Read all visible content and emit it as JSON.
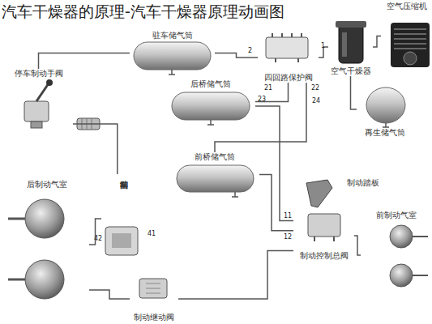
{
  "diagram": {
    "title": "汽车干燥器的原理-汽车干燥器原理动画图",
    "nodes": [
      {
        "text": [
          "驻车储气筒"
        ]
      },
      {
        "text": [
          "四回路保护阀"
        ]
      },
      {
        "text": [
          "空气干燥器"
        ]
      },
      {
        "text": [
          "空气压缩机"
        ]
      },
      {
        "text": [
          "后桥储气筒"
        ]
      },
      {
        "text": [
          "再生储气筒"
        ]
      },
      {
        "text": [
          "停车制动手阀"
        ]
      },
      {
        "text": [
          "前桥储气筒"
        ]
      },
      {
        "text": [
          "挂车制动阀"
        ]
      },
      {
        "text": [
          "后制动气室"
        ]
      },
      {
        "text": [
          "制动踏板"
        ]
      },
      {
        "text": [
          "制动控制总阀"
        ]
      },
      {
        "text": [
          "前制动气室"
        ]
      },
      {
        "text": [
          "制动继动阀"
        ]
      }
    ],
    "edges": [
      {
        "from": 3,
        "to": 2,
        "arrow": "none"
      },
      {
        "from": 2,
        "to": 1,
        "arrow": "none"
      },
      {
        "from": 1,
        "to": 0,
        "arrow": "none"
      },
      {
        "from": 1,
        "to": 4,
        "arrow": "none"
      },
      {
        "from": 2,
        "to": 5,
        "arrow": "none"
      },
      {
        "from": 1,
        "to": 7,
        "arrow": "none"
      },
      {
        "from": 0,
        "to": 6,
        "arrow": "none"
      },
      {
        "from": 6,
        "to": 8,
        "arrow": "none"
      },
      {
        "from": 8,
        "to": 9,
        "arrow": "none"
      },
      {
        "from": 4,
        "to": 11,
        "arrow": "none"
      },
      {
        "from": 7,
        "to": 11,
        "arrow": "none"
      },
      {
        "from": 11,
        "to": 12,
        "arrow": "none"
      },
      {
        "from": 11,
        "to": 13,
        "arrow": "none"
      },
      {
        "from": 13,
        "to": 9,
        "arrow": "none"
      }
    ],
    "labels": [
      "1",
      "2",
      "21",
      "22",
      "23",
      "24",
      "11",
      "12",
      "41",
      "42"
    ]
  }
}
